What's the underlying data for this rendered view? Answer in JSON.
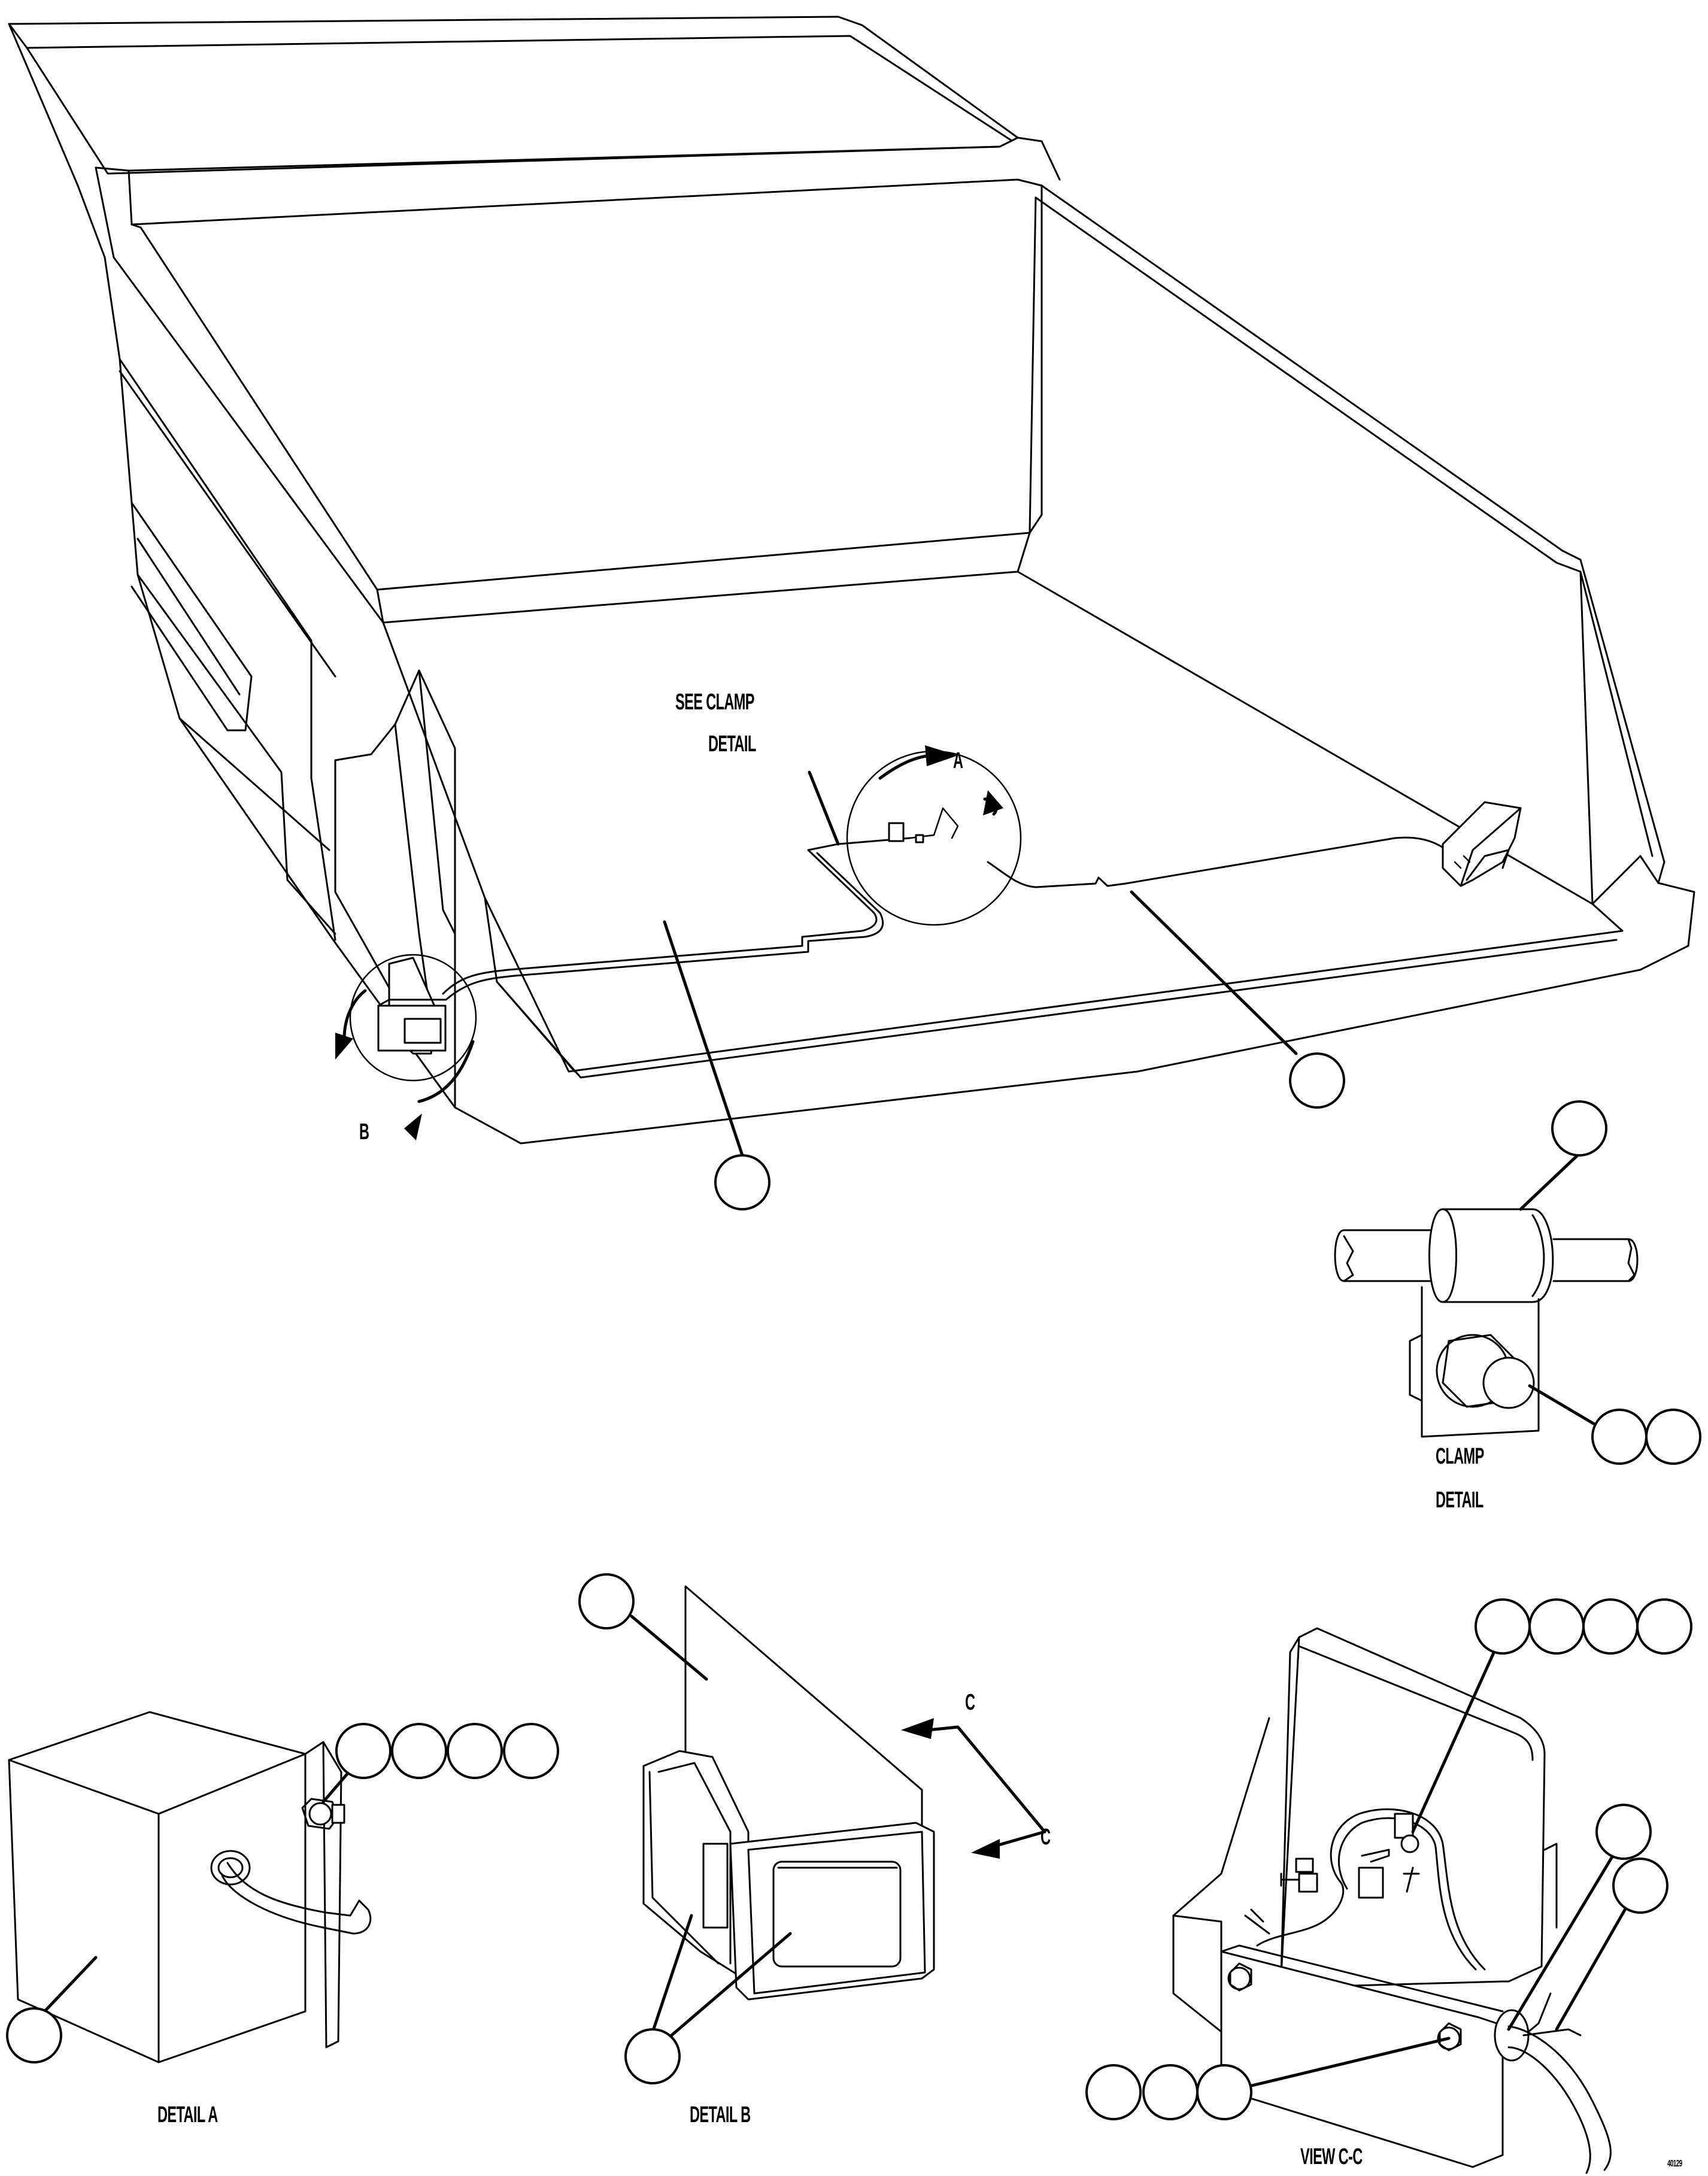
{
  "main_view": {
    "see_clamp_detail_line1": "SEE CLAMP",
    "see_clamp_detail_line2": "DETAIL",
    "view_arrow_a": "A",
    "view_arrow_b": "B"
  },
  "clamp_detail": {
    "caption_line1": "CLAMP",
    "caption_line2": "DETAIL"
  },
  "detail_a": {
    "caption": "DETAIL A"
  },
  "detail_b": {
    "caption": "DETAIL B",
    "section_mark_top": "C",
    "section_mark_bottom": "C"
  },
  "view_cc": {
    "caption": "VIEW C-C"
  },
  "drawing_number": "40129"
}
